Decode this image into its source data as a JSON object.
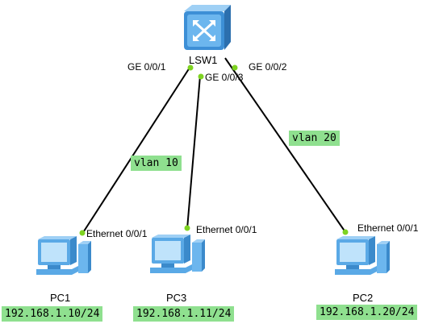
{
  "switch": {
    "name": "LSW1",
    "ports": {
      "p1": "GE 0/0/1",
      "p2": "GE 0/0/2",
      "p3": "GE 0/0/3"
    }
  },
  "pcs": [
    {
      "name": "PC1",
      "port": "Ethernet 0/0/1",
      "ip": "192.168.1.10/24"
    },
    {
      "name": "PC3",
      "port": "Ethernet 0/0/1",
      "ip": "192.168.1.11/24"
    },
    {
      "name": "PC2",
      "port": "Ethernet 0/0/1",
      "ip": "192.168.1.20/24"
    }
  ],
  "vlans": {
    "left": "vlan 10",
    "right": "vlan 20"
  },
  "colors": {
    "link": "#000000",
    "port_dot": "#7ed321",
    "label_bg": "#8fe08f",
    "device": "#5aa9e6"
  }
}
